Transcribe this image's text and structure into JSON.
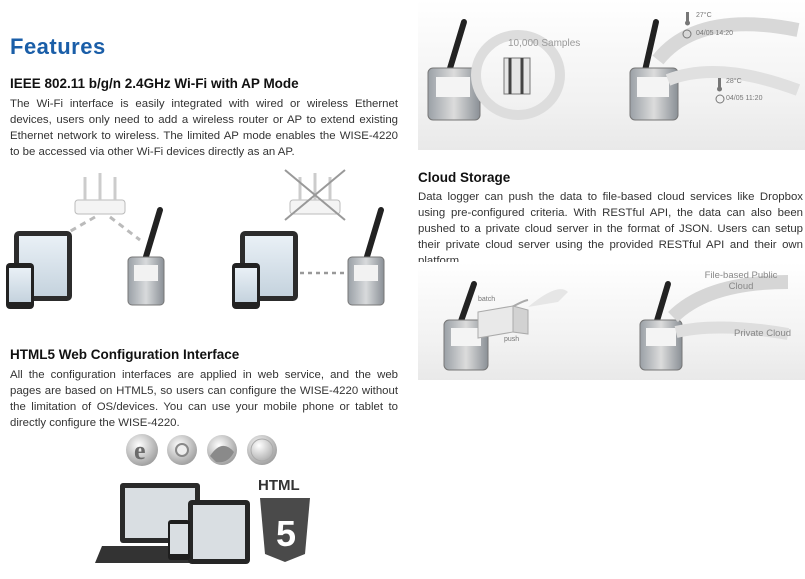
{
  "features_title": "Features",
  "wifi": {
    "heading": "IEEE 802.11 b/g/n 2.4GHz Wi-Fi with AP Mode",
    "text": "The Wi-Fi interface is easily integrated with wired or wireless Ethernet devices, users only need to add a wireless router or AP to extend existing Ethernet network to wireless. The limited AP mode enables the WISE-4220 to be accessed via other Wi-Fi devices directly as an AP."
  },
  "html5": {
    "heading": "HTML5 Web Configuration Interface",
    "text": "All the configuration interfaces are applied in web service, and the web pages are based on HTML5, so users can configure the WISE-4220 without the limitation of OS/devices. You can use your mobile phone or tablet to directly configure the WISE-4220.",
    "logo_word": "HTML",
    "logo_number": "5"
  },
  "logger": {
    "samples_label": "10,000 Samples",
    "reading1_temp": "27°C",
    "reading1_time": "04/05 14:20",
    "reading2_temp": "28°C",
    "reading2_time": "04/05 11:20"
  },
  "cloud": {
    "heading": "Cloud Storage",
    "text": "Data logger can push the data to file-based cloud services like Dropbox using pre-configured criteria. With RESTful API, the data can also been pushed to a private cloud server in the format of JSON. Users can setup their private cloud server using the provided RESTful API and their own platform.",
    "batch_label": "batch",
    "push_label": "push",
    "public_cloud_label": "File-based Public Cloud",
    "private_cloud_label": "Private Cloud"
  },
  "colors": {
    "title_blue": "#1a5ea8",
    "text": "#333333"
  },
  "icons": [
    "ie-icon",
    "chrome-icon",
    "firefox-icon",
    "safari-icon",
    "html5-logo"
  ]
}
